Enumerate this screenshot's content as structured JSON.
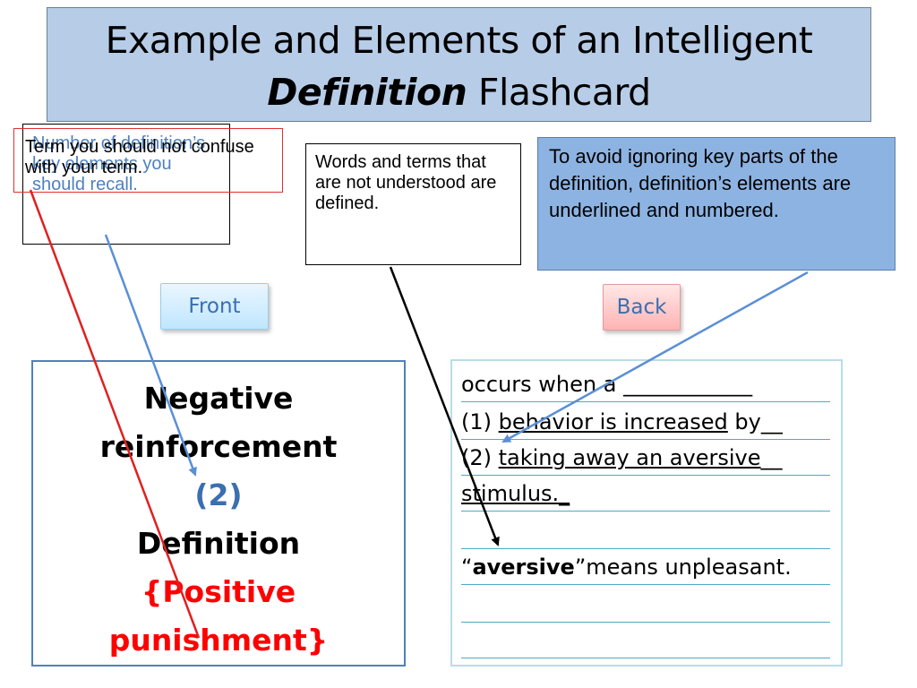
{
  "title": {
    "line1": "Example and Elements of an Intelligent",
    "line2_emphasis": "Definition",
    "line2_rest": " Flashcard"
  },
  "callouts": {
    "recall": "Number of definition’s key elements you should recall.",
    "confuse": "Term you should not confuse with your term.",
    "words": "Words and terms that are not understood are defined.",
    "avoid": "To avoid ignoring key parts of the definition, definition’s elements are underlined and numbered."
  },
  "tags": {
    "front": "Front",
    "back": "Back"
  },
  "front_card": {
    "term_line1": "Negative",
    "term_line2": "reinforcement",
    "count": "(2)",
    "definition_label": "Definition",
    "confuse_line1": "{Positive",
    "confuse_line2": "punishment}"
  },
  "back_card": {
    "line1": {
      "text": "occurs when a ____________"
    },
    "line2": {
      "prefix": "(1) ",
      "underlined": "behavior is increased",
      "suffix": " by__"
    },
    "line3": {
      "prefix": "(2) ",
      "underlined": "taking away an aversive",
      "suffix": "__"
    },
    "line4": {
      "underlined": "stimulus._"
    },
    "line6": {
      "open_quote": "“",
      "bold": "aversive",
      "rest": "”means unpleasant."
    }
  },
  "colors": {
    "title_bg": "#b7cce6",
    "callout_blue_bg": "#8db3e2",
    "accent_blue": "#4f81bd",
    "red": "#ff0000",
    "rule_teal": "#4bacc6"
  }
}
